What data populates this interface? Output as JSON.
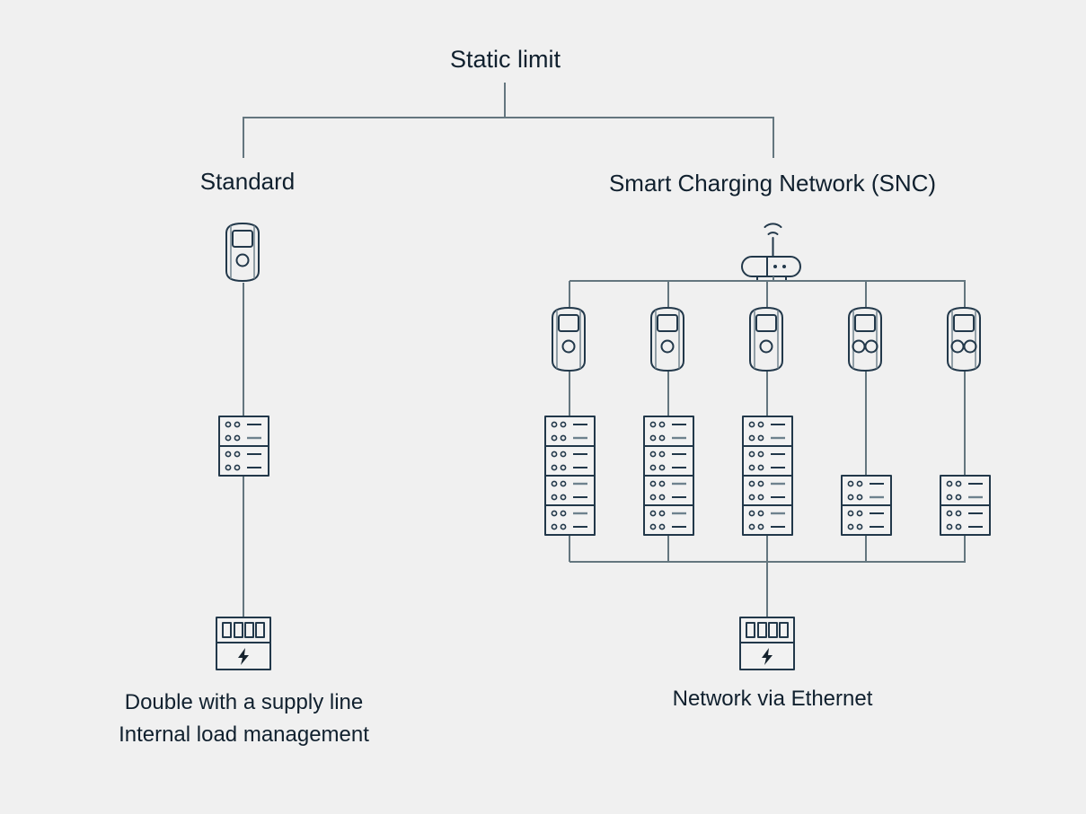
{
  "diagram": {
    "title": "Static limit",
    "background_color": "#f0f0f0",
    "line_color": "#64767f",
    "icon_color": "#22384a",
    "text_color": "#10202e",
    "branches": [
      {
        "id": "standard",
        "heading": "Standard",
        "caption_line1": "Double with a supply line",
        "caption_line2": "Internal load management",
        "caption": "Double with a supply line\nInternal load management",
        "charging_station_count": 1,
        "switch_count": 1,
        "meter_count": 1
      },
      {
        "id": "snc",
        "heading": "Smart Charging Network (SNC)",
        "caption": "Network via Ethernet",
        "charging_station_count": 5,
        "switch_count": 5,
        "meter_count": 1,
        "router_count": 1
      }
    ],
    "icons": {
      "charging_station": "charging-station-icon",
      "charging_station_dual": "charging-station-dual-icon",
      "network_switch": "network-switch-icon",
      "router": "wifi-router-icon",
      "power_meter": "power-meter-icon",
      "bolt": "lightning-bolt-icon",
      "wifi": "wifi-signal-icon"
    },
    "nodes": {
      "standard_station": "charging-station-icon",
      "standard_switch": "network-switch-icon",
      "standard_meter": "power-meter-icon",
      "snc_router": "wifi-router-icon",
      "snc_stations": [
        "charging-station-icon",
        "charging-station-icon",
        "charging-station-icon",
        "charging-station-dual-icon",
        "charging-station-dual-icon"
      ],
      "snc_switches": [
        "network-switch-icon",
        "network-switch-icon",
        "network-switch-icon",
        "network-switch-icon",
        "network-switch-icon"
      ],
      "snc_meter": "power-meter-icon"
    }
  }
}
